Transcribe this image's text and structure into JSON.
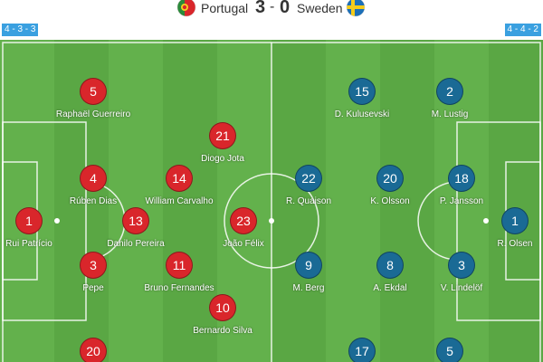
{
  "match": {
    "home_team": "Portugal",
    "away_team": "Sweden",
    "home_score": "3",
    "away_score": "0",
    "separator": "-",
    "home_formation": "4 - 3 - 3",
    "away_formation": "4 - 4 - 2",
    "home_color": "#d9262b",
    "away_color": "#1a6a95",
    "pitch_colors": [
      "#63b14c",
      "#5aa744"
    ]
  },
  "home_players": [
    {
      "number": "1",
      "name": "Rui Patrício"
    },
    {
      "number": "3",
      "name": "Pepe"
    },
    {
      "number": "4",
      "name": "Rúben Dias"
    },
    {
      "number": "5",
      "name": "Raphaël Guerreiro"
    },
    {
      "number": "20",
      "name": ""
    },
    {
      "number": "13",
      "name": "Danilo Pereira"
    },
    {
      "number": "14",
      "name": "William Carvalho"
    },
    {
      "number": "11",
      "name": "Bruno Fernandes"
    },
    {
      "number": "21",
      "name": "Diogo Jota"
    },
    {
      "number": "23",
      "name": "João Félix"
    },
    {
      "number": "10",
      "name": "Bernardo Silva"
    }
  ],
  "away_players": [
    {
      "number": "1",
      "name": "R. Olsen"
    },
    {
      "number": "2",
      "name": "M. Lustig"
    },
    {
      "number": "18",
      "name": "P. Jansson"
    },
    {
      "number": "3",
      "name": "V. Lindelöf"
    },
    {
      "number": "5",
      "name": ""
    },
    {
      "number": "15",
      "name": "D. Kulusevski"
    },
    {
      "number": "20",
      "name": "K. Olsson"
    },
    {
      "number": "8",
      "name": "A. Ekdal"
    },
    {
      "number": "17",
      "name": ""
    },
    {
      "number": "22",
      "name": "R. Quaison"
    },
    {
      "number": "9",
      "name": "M. Berg"
    }
  ]
}
